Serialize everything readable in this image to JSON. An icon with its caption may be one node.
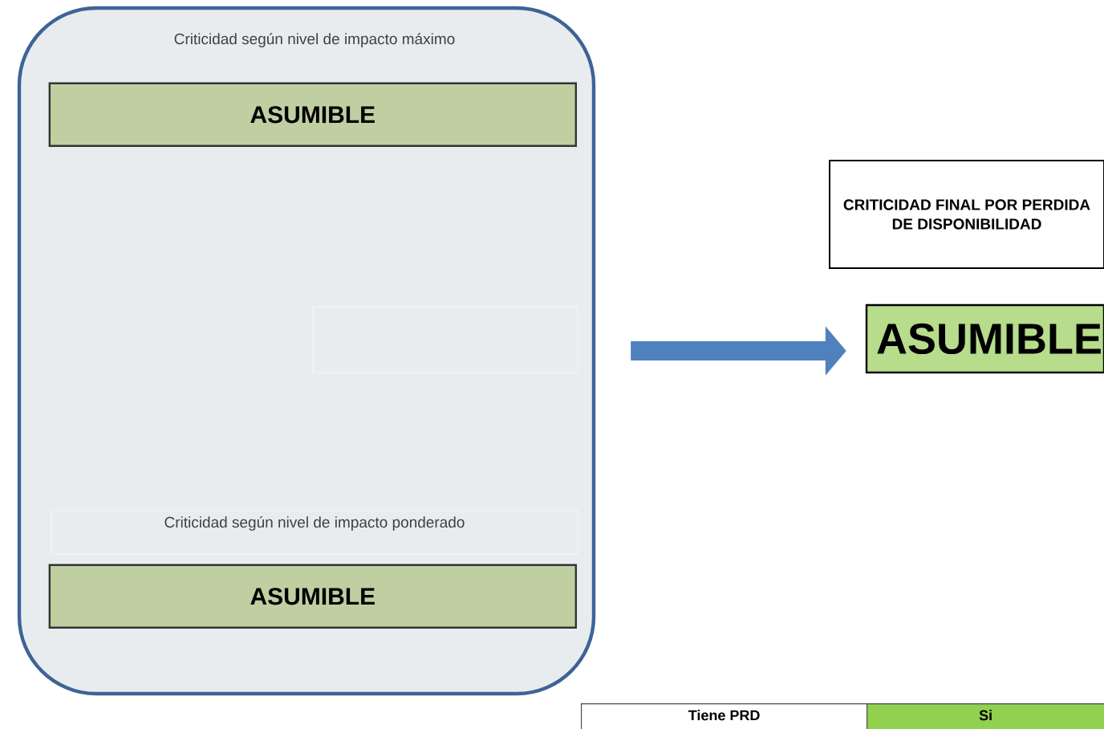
{
  "diagram": {
    "nodes": [
      {
        "text": [
          "Criticidad según nivel de impacto máximo",
          "Criticidad según nivel de impacto ponderado"
        ]
      },
      {
        "text": [
          "ASUMIBLE"
        ],
        "in": 0
      },
      {
        "text": [
          "ASUMIBLE"
        ],
        "in": 0
      },
      {
        "text": [
          "CRITICIDAD FINAL POR PERDIDA DE DISPONIBILIDAD"
        ]
      },
      {
        "text": [
          "ASUMIBLE"
        ]
      }
    ],
    "edges": [
      {
        "from": 0,
        "to": 4,
        "arrow": "to"
      }
    ],
    "labels": [
      "Tiene PRD",
      "Si"
    ]
  }
}
